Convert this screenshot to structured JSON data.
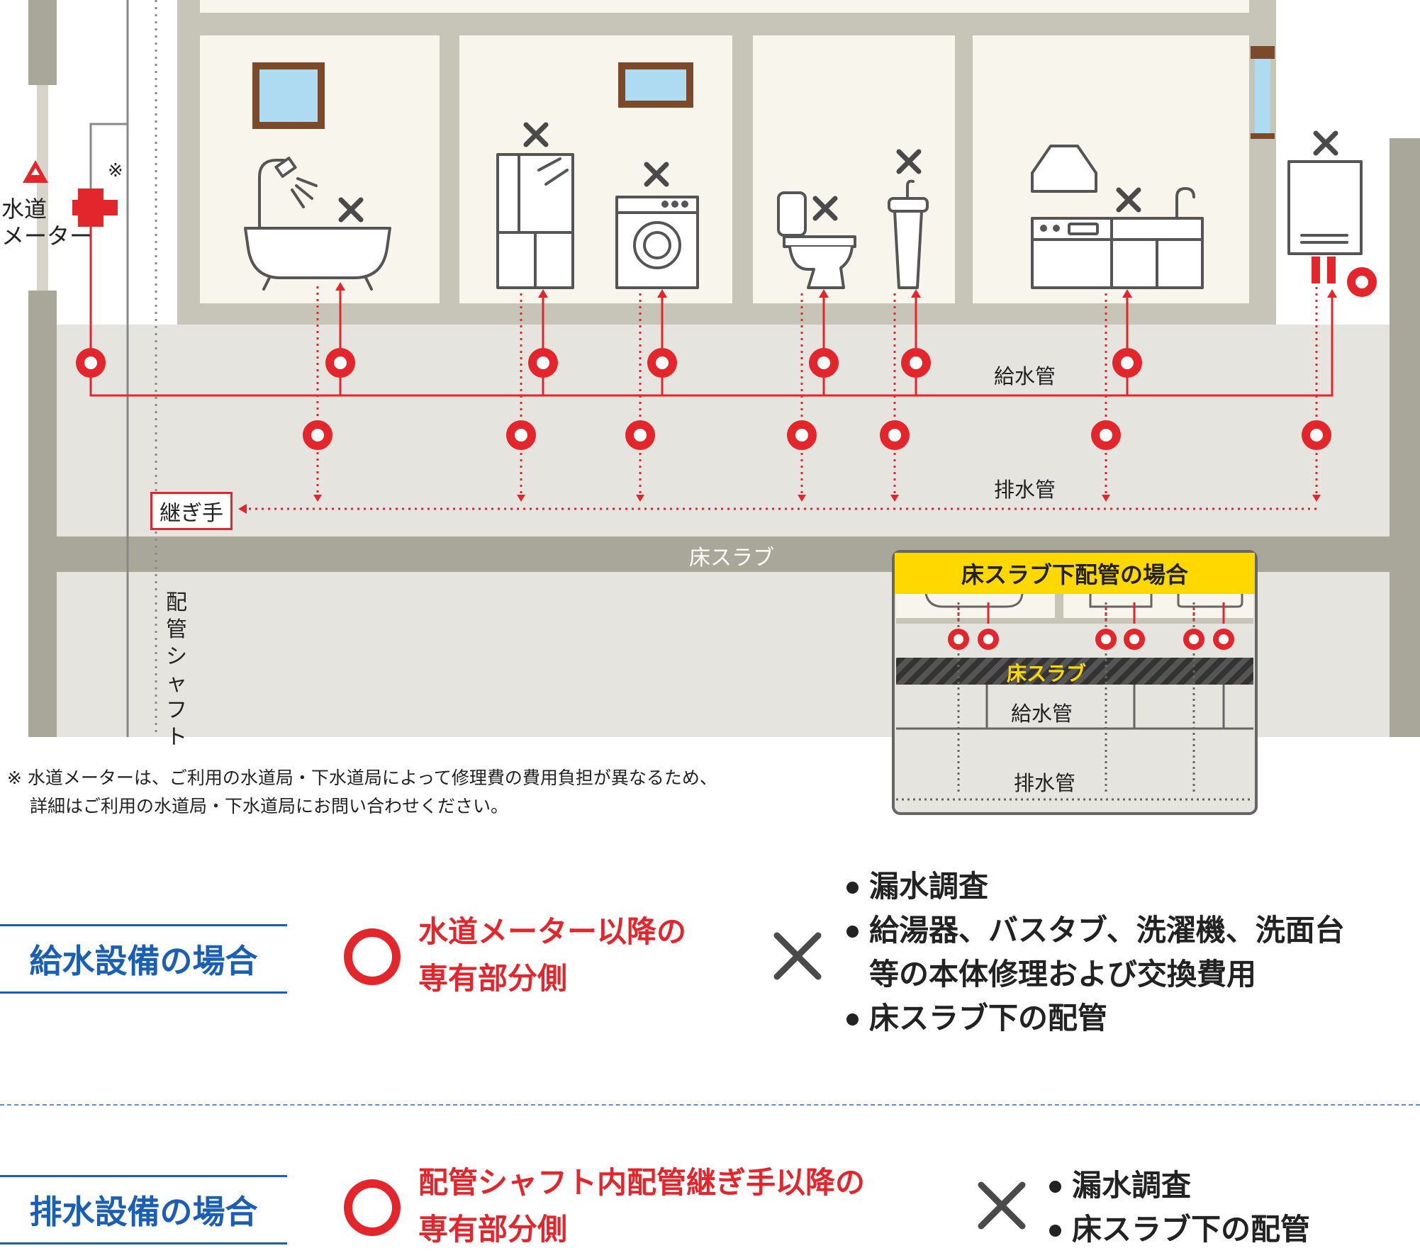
{
  "labels": {
    "water_meter_line1": "水道",
    "water_meter_line2": "メーター",
    "asterisk": "※",
    "supply_pipe": "給水管",
    "drain_pipe": "排水管",
    "joint": "継ぎ手",
    "floor_slab": "床スラブ",
    "pipe_shaft_chars": [
      "配",
      "管",
      "シ",
      "ャ",
      "フ",
      "ト"
    ]
  },
  "note": {
    "line1": "※ 水道メーターは、ご利用の水道局・下水道局によって修理費の費用負担が異なるため、",
    "line2": "詳細はご利用の水道局・下水道局にお問い合わせください。"
  },
  "inset": {
    "title": "床スラブ下配管の場合",
    "floor_slab": "床スラブ",
    "supply_pipe": "給水管",
    "drain_pipe": "排水管"
  },
  "legend": {
    "supply": {
      "title": "給水設備の場合",
      "ok_line1": "水道メーター以降の",
      "ok_line2": "専有部分側",
      "ng_items": [
        "漏水調査",
        "給湯器、バスタブ、洗濯機、洗面台",
        "等の本体修理および交換費用",
        "床スラブ下の配管"
      ]
    },
    "drain": {
      "title": "排水設備の場合",
      "ok_line1": "配管シャフト内配管継ぎ手以降の",
      "ok_line2": "専有部分側",
      "ng_items": [
        "漏水調査",
        "床スラブ下の配管"
      ]
    }
  },
  "colors": {
    "accent_red": "#e3262b",
    "title_blue": "#1a5fb4",
    "wall_gray": "#c7c5b8",
    "room_cream": "#f7f5ec",
    "slab_dark": "#a9a79a",
    "inset_yellow": "#ffd800"
  }
}
